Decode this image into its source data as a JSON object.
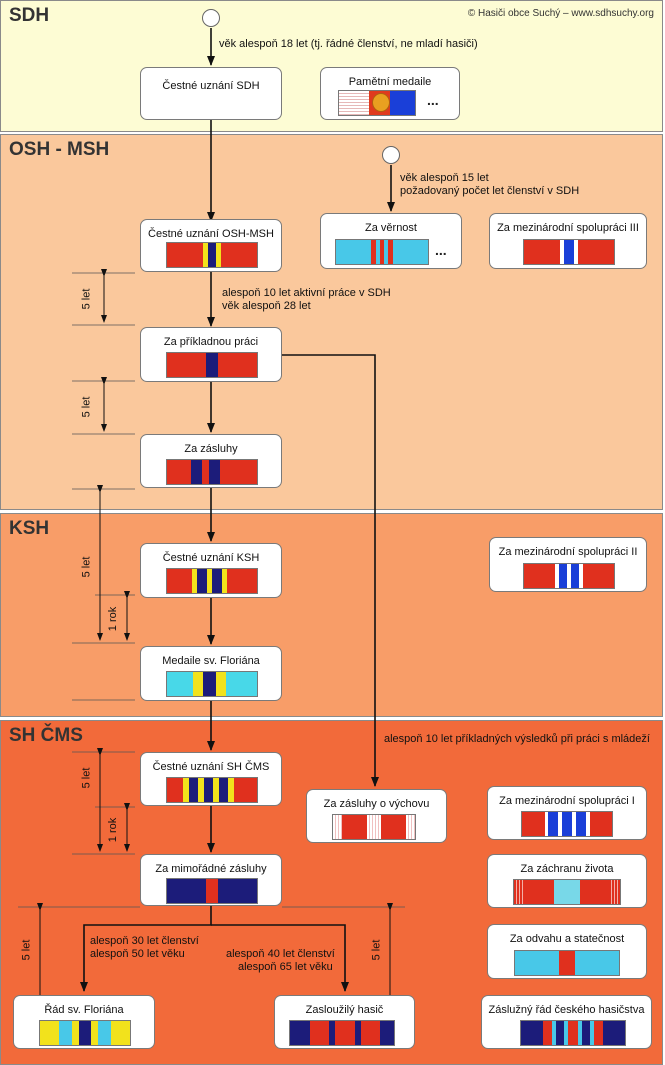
{
  "copyright": "© Hasiči obce Suchý – www.sdhsuchy.org",
  "sections": {
    "sdh": "SDH",
    "osh": "OSH - MSH",
    "ksh": "KSH",
    "shcms": "SH ČMS"
  },
  "notes": {
    "sdh_condition": "věk alespoň 18 let (tj. řádné členství, ne mladí hasiči)",
    "loyalty_condition_1": "věk alespoň 15 let",
    "loyalty_condition_2": "požadovaný počet let členství v SDH",
    "work_condition_1": "alespoň 10 let aktivní práce v SDH",
    "work_condition_2": "věk alespoň 28 let",
    "youth_condition": "alespoň 10 let příkladných výsledků při práci s mládeží",
    "florian_order_1": "alespoň 30 let členství",
    "florian_order_2": "alespoň 50 let věku",
    "deserved_1": "alespoň 40 let členství",
    "deserved_2": "alespoň 65 let věku"
  },
  "intervals": {
    "five_years": "5 let",
    "one_year": "1 rok"
  },
  "ellipsis": "...",
  "awards": {
    "sdh_honor": "Čestné uznání SDH",
    "memorial_medal": "Pamětní medaile",
    "osh_honor": "Čestné uznání OSH-MSH",
    "loyalty": "Za věrnost",
    "intl_3": "Za mezinárodní spolupráci III",
    "exemplary_work": "Za příkladnou práci",
    "merits": "Za zásluhy",
    "ksh_honor": "Čestné uznání KSH",
    "intl_2": "Za mezinárodní spolupráci II",
    "florian_medal": "Medaile sv. Floriána",
    "shcms_honor": "Čestné uznání SH ČMS",
    "education_merits": "Za zásluhy o výchovu",
    "intl_1": "Za mezinárodní spolupráci I",
    "life_saving": "Za záchranu života",
    "extraordinary_merits": "Za mimořádné zásluhy",
    "bravery": "Za odvahu a statečnost",
    "florian_order": "Řád sv. Floriána",
    "deserved_firefighter": "Zasloužilý hasič",
    "merit_order": "Záslužný řád českého hasičstva"
  },
  "colors": {
    "sdh_bg": "#fdfcd4",
    "osh_bg": "#fac89c",
    "ksh_bg": "#f89d68",
    "shcms_bg": "#f26a3a",
    "red": "#e0301e",
    "navy": "#1c1c7a",
    "yellow": "#f2e21c",
    "cyan": "#48c8e8",
    "blue": "#1a3fd8"
  }
}
